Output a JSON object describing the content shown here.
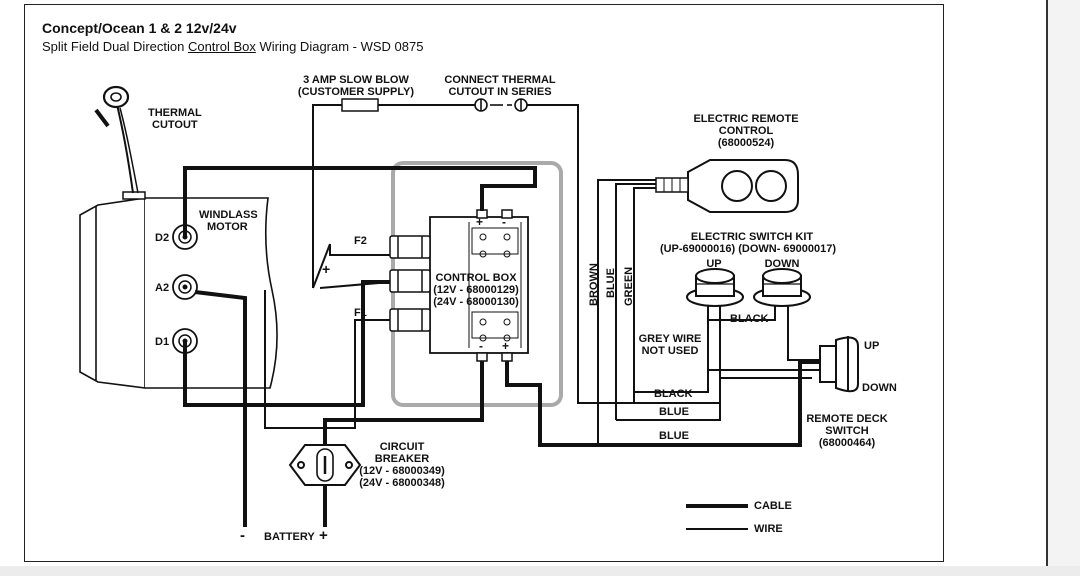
{
  "header": {
    "title": "Concept/Ocean 1 & 2 12v/24v",
    "subtitle_pre": "Split Field Dual Direction ",
    "subtitle_link": "Control Box",
    "subtitle_post": " Wiring Diagram - WSD 0875"
  },
  "labels": {
    "thermal_cutout": [
      "THERMAL",
      "CUTOUT"
    ],
    "fuse": [
      "3 AMP SLOW BLOW",
      "(CUSTOMER SUPPLY)"
    ],
    "connect_thermal": [
      "CONNECT THERMAL",
      "CUTOUT IN SERIES"
    ],
    "electric_remote": [
      "ELECTRIC REMOTE",
      "CONTROL",
      "(68000524)"
    ],
    "switch_kit": [
      "ELECTRIC SWITCH KIT",
      "(UP-69000016) (DOWN- 69000017)"
    ],
    "up": "UP",
    "down": "DOWN",
    "windlass_motor": [
      "WINDLASS",
      "MOTOR"
    ],
    "terminal_d2": "D2",
    "terminal_a2": "A2",
    "terminal_d1": "D1",
    "f2": "F2",
    "f1": "F1",
    "plus": "+",
    "minus": "-",
    "control_box": [
      "CONTROL BOX",
      "(12V - 68000129)",
      "(24V - 68000130)"
    ],
    "brown": "BROWN",
    "blue": "BLUE",
    "green": "GREEN",
    "black": "BLACK",
    "grey_wire": [
      "GREY WIRE",
      "NOT USED"
    ],
    "remote_deck_switch": [
      "REMOTE DECK",
      "SWITCH",
      "(68000464)"
    ],
    "deck_up": "UP",
    "deck_down": "DOWN",
    "circuit_breaker": [
      "CIRCUIT",
      "BREAKER",
      "(12V - 68000349)",
      "(24V - 68000348)"
    ],
    "battery": "BATTERY",
    "legend_cable": "CABLE",
    "legend_wire": "WIRE"
  }
}
